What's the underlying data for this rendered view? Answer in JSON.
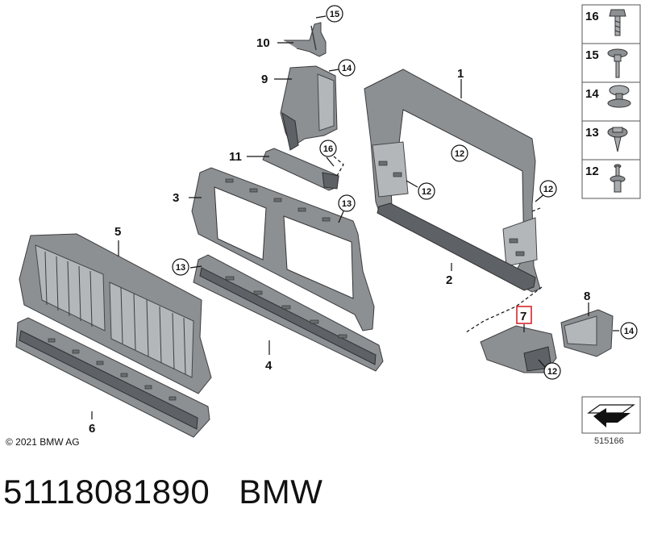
{
  "diagram": {
    "callouts": {
      "c1": "1",
      "c2": "2",
      "c3": "3",
      "c4": "4",
      "c5": "5",
      "c6": "6",
      "c7": "7",
      "c8": "8",
      "c9": "9",
      "c10": "10",
      "c11": "11"
    },
    "circled": {
      "r15": "15",
      "r14a": "14",
      "r16": "16",
      "r13a": "13",
      "r13b": "13",
      "r12a": "12",
      "r12b": "12",
      "r12c": "12",
      "r12d": "12",
      "r14b": "14"
    },
    "highlight_color": "#d9262c",
    "highlighted_callout": "7"
  },
  "legend": {
    "items": [
      "16",
      "15",
      "14",
      "13",
      "12"
    ]
  },
  "footer": {
    "copyright": "© 2021 BMW AG",
    "image_ref": "515166"
  },
  "caption": {
    "part_number": "51118081890",
    "brand": "BMW"
  }
}
